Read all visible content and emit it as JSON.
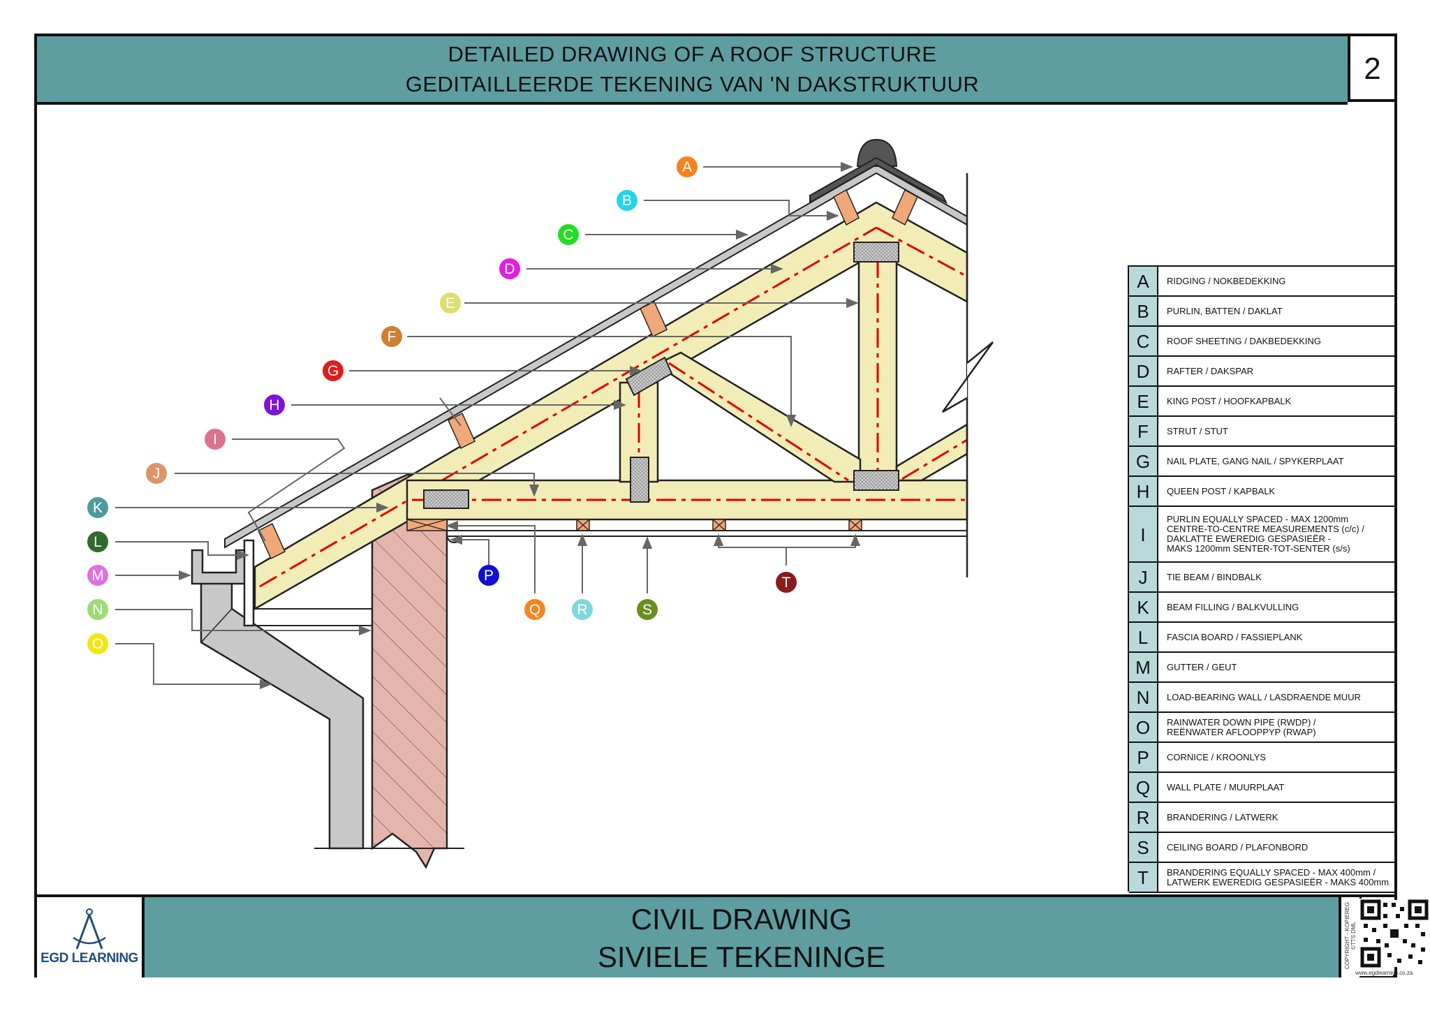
{
  "header": {
    "title_en": "DETAILED DRAWING OF A ROOF STRUCTURE",
    "title_af": "GEDITAILLEERDE TEKENING VAN 'N DAKSTRUKTUUR",
    "sheet_number": "2"
  },
  "footer": {
    "line1": "CIVIL DRAWING",
    "line2": "SIVIELE TEKENINGE",
    "logo_text": "EGD LEARNING",
    "copyright": "COPYRIGHT - KOPIEREG ©TTS DML",
    "url": "www.egdlearning.co.za"
  },
  "icons": [
    "compass-logo-icon",
    "qr-code-icon"
  ],
  "colors": {
    "band": "#5f9ea0",
    "legend_code_bg": "#b9d9da",
    "timber": "#f2ecb6",
    "centerline": "#e00000",
    "wall": "#e3b5ad",
    "gutter": "#c8c8c8"
  },
  "labels": [
    {
      "letter": "A",
      "color": "#f5821f"
    },
    {
      "letter": "B",
      "color": "#22d3ee"
    },
    {
      "letter": "C",
      "color": "#22dd22"
    },
    {
      "letter": "D",
      "color": "#e51ce5"
    },
    {
      "letter": "E",
      "color": "#dede6e"
    },
    {
      "letter": "F",
      "color": "#cd7f32"
    },
    {
      "letter": "G",
      "color": "#e21b1b"
    },
    {
      "letter": "H",
      "color": "#7d12d8"
    },
    {
      "letter": "I",
      "color": "#d9738f"
    },
    {
      "letter": "J",
      "color": "#dc946a"
    },
    {
      "letter": "K",
      "color": "#4f9a9c"
    },
    {
      "letter": "L",
      "color": "#2e6a32"
    },
    {
      "letter": "M",
      "color": "#df6fdf"
    },
    {
      "letter": "N",
      "color": "#9edb74"
    },
    {
      "letter": "O",
      "color": "#f5e612"
    },
    {
      "letter": "P",
      "color": "#1010d0"
    },
    {
      "letter": "Q",
      "color": "#f3861f"
    },
    {
      "letter": "R",
      "color": "#7fd6dc"
    },
    {
      "letter": "S",
      "color": "#6b8e23"
    },
    {
      "letter": "T",
      "color": "#8b1a1a"
    }
  ],
  "legend": [
    {
      "code": "A",
      "text": "RIDGING / NOKBEDEKKING"
    },
    {
      "code": "B",
      "text": "PURLIN, BATTEN / DAKLAT"
    },
    {
      "code": "C",
      "text": "ROOF SHEETING / DAKBEDEKKING"
    },
    {
      "code": "D",
      "text": "RAFTER / DAKSPAR"
    },
    {
      "code": "E",
      "text": "KING POST / HOOFKAPBALK"
    },
    {
      "code": "F",
      "text": "STRUT / STUT"
    },
    {
      "code": "G",
      "text": "NAIL PLATE, GANG NAIL / SPYKERPLAAT"
    },
    {
      "code": "H",
      "text": "QUEEN POST / KAPBALK"
    },
    {
      "code": "I",
      "text": "PURLIN EQUALLY SPACED - MAX 1200mm\nCENTRE-TO-CENTRE MEASUREMENTS (c/c) /\nDAKLATTE EWEREDIG GESPASIEËR -\nMAKS 1200mm SENTER-TOT-SENTER (s/s)"
    },
    {
      "code": "J",
      "text": "TIE BEAM / BINDBALK"
    },
    {
      "code": "K",
      "text": "BEAM FILLING / BALKVULLING"
    },
    {
      "code": "L",
      "text": "FASCIA BOARD / FASSIEPLANK"
    },
    {
      "code": "M",
      "text": "GUTTER / GEUT"
    },
    {
      "code": "N",
      "text": "LOAD-BEARING WALL / LASDRAENDE MUUR"
    },
    {
      "code": "O",
      "text": "RAINWATER DOWN PIPE (RWDP) /\nREËNWATER AFLOOPPYP (RWAP)"
    },
    {
      "code": "P",
      "text": "CORNICE / KROONLYS"
    },
    {
      "code": "Q",
      "text": "WALL PLATE / MUURPLAAT"
    },
    {
      "code": "R",
      "text": "BRANDERING / LATWERK"
    },
    {
      "code": "S",
      "text": "CEILING BOARD / PLAFONBORD"
    },
    {
      "code": "T",
      "text": "BRANDERING EQUALLY SPACED - MAX 400mm /\nLATWERK EWEREDIG GESPASIEËR - MAKS 400mm"
    }
  ]
}
